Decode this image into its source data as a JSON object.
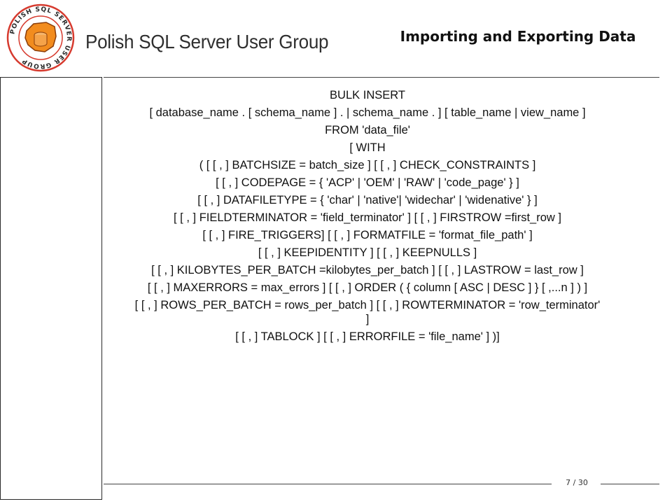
{
  "header": {
    "org_name": "Polish SQL Server User Group",
    "logo_text": "POLISH SQL SERVER USER GROUP",
    "title": "Importing and Exporting Data"
  },
  "code_lines": [
    "BULK INSERT",
    "[ database_name . [ schema_name ] . | schema_name . ] [ table_name | view_name ]",
    "FROM 'data_file'",
    "[ WITH",
    "( [ [ , ] BATCHSIZE = batch_size ] [ [ , ] CHECK_CONSTRAINTS ]",
    "[ [ , ] CODEPAGE = { 'ACP' | 'OEM' | 'RAW' | 'code_page' } ]",
    "[ [ , ] DATAFILETYPE = { 'char' | 'native'| 'widechar' | 'widenative' } ]",
    "[ [ , ] FIELDTERMINATOR = 'field_terminator' ] [ [ , ] FIRSTROW =first_row ]",
    "[ [ , ] FIRE_TRIGGERS] [ [ , ] FORMATFILE = 'format_file_path' ]",
    "[ [ , ] KEEPIDENTITY ] [ [ , ] KEEPNULLS ]",
    "[ [ , ] KILOBYTES_PER_BATCH =kilobytes_per_batch ] [ [ , ] LASTROW = last_row ]",
    "[ [ , ] MAXERRORS = max_errors ] [ [ , ] ORDER ( { column [ ASC | DESC ] } [ ,...n ] ) ]",
    "[ [ , ] ROWS_PER_BATCH = rows_per_batch ] [ [ , ] ROWTERMINATOR = 'row_terminator' ]",
    "[ [ , ] TABLOCK ] [ [ , ] ERRORFILE = 'file_name' ] )]"
  ],
  "footer": {
    "page_number": "7 / 30"
  },
  "colors": {
    "logo_ring": "#d63a2e",
    "map_orange": "#f28c1e",
    "map_dark": "#8a3d0a",
    "rule": "#444444"
  }
}
